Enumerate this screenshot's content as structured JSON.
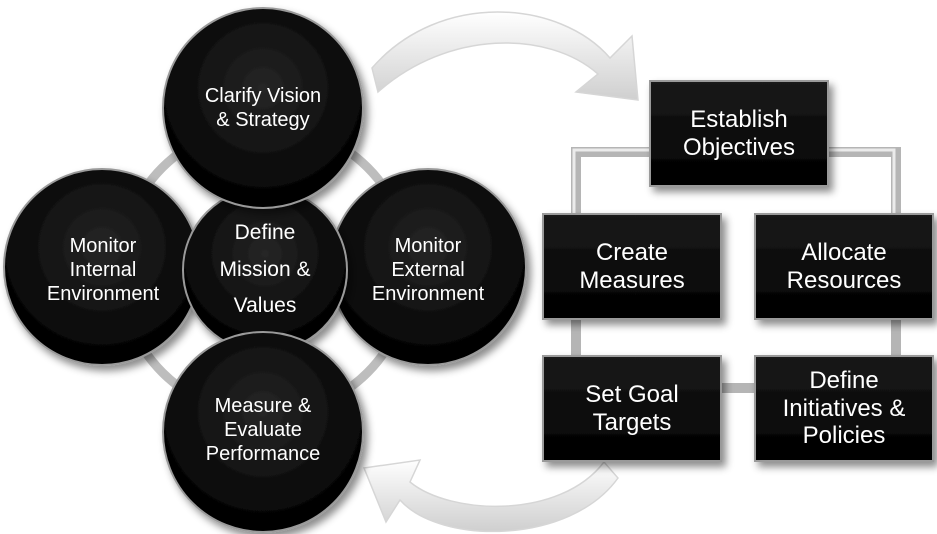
{
  "circles": {
    "top": "Clarify Vision\n& Strategy",
    "left": "Monitor\nInternal\nEnvironment",
    "right": "Monitor\nExternal\nEnvironment",
    "bottom": "Measure &\nEvaluate\nPerformance",
    "center": "Define\nMission &\nValues"
  },
  "boxes": {
    "establish": "Establish\nObjectives",
    "create": "Create\nMeasures",
    "allocate": "Allocate\nResources",
    "setgoal": "Set Goal\nTargets",
    "initiatives": "Define\nInitiatives &\nPolicies"
  },
  "colors": {
    "shape_fill": "#000000",
    "text": "#ffffff",
    "connector": "#b5b5b5",
    "arrow": "#e6e6e6"
  }
}
